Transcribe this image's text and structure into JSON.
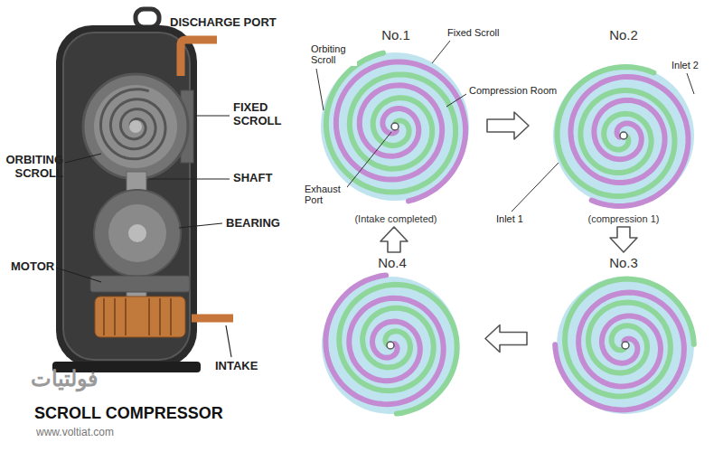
{
  "diagram": {
    "title": "SCROLL COMPRESSOR",
    "nodes": [
      {
        "text": [
          "No.1",
          "(Intake completed)"
        ]
      },
      {
        "text": [
          "No.2",
          "(compression 1)"
        ]
      },
      {
        "text": [
          "No.3"
        ]
      },
      {
        "text": [
          "No.4"
        ]
      }
    ],
    "edges": [
      {
        "from": 0,
        "to": 1,
        "arrow": "to"
      },
      {
        "from": 1,
        "to": 2,
        "arrow": "to"
      },
      {
        "from": 2,
        "to": 3,
        "arrow": "to"
      },
      {
        "from": 3,
        "to": 0,
        "arrow": "to"
      }
    ],
    "labels": [
      "DISCHARGE PORT",
      "FIXED SCROLL",
      "ORBITING SCROLL",
      "SHAFT",
      "BEARING",
      "MOTOR",
      "INTAKE",
      "Orbiting Scroll",
      "Fixed Scroll",
      "Compression Room",
      "Exhaust Port",
      "Inlet 2",
      "Inlet 1",
      "فولتيات",
      "www.voltiat.com"
    ]
  }
}
